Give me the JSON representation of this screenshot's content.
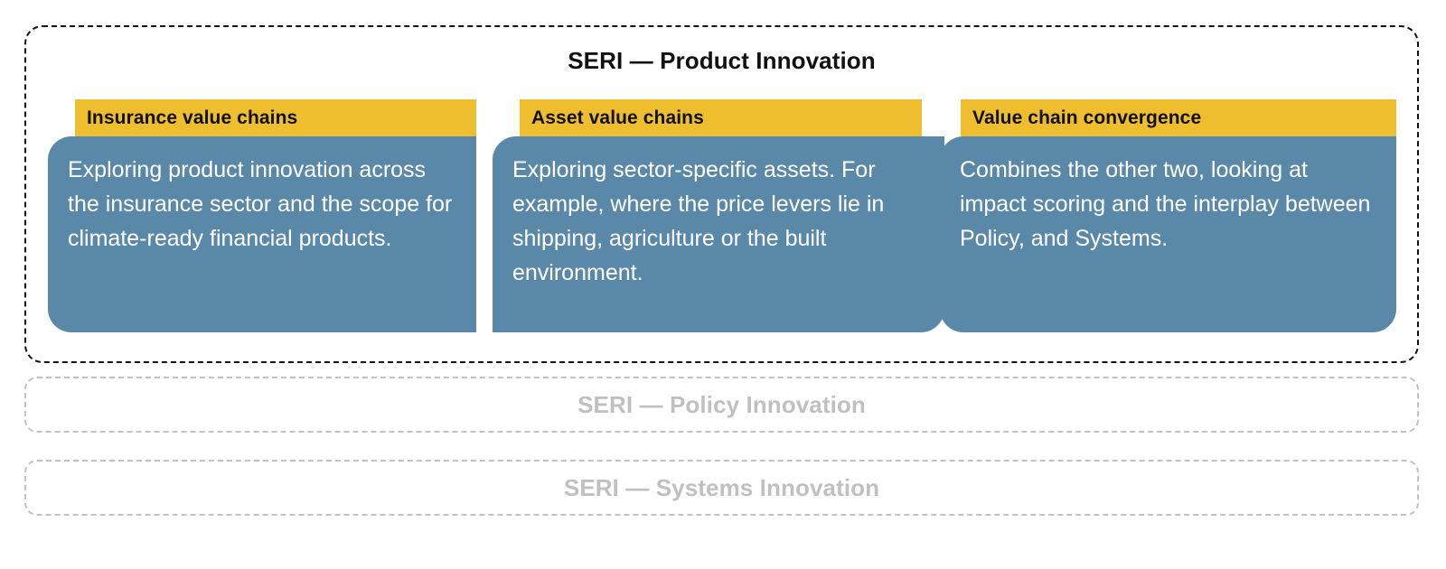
{
  "sections": {
    "active": {
      "title": "SERI — Product Innovation",
      "cards": [
        {
          "header": "Insurance value chains",
          "body": "Exploring product innovation across the insurance sector and the scope for climate-ready financial products."
        },
        {
          "header": "Asset value chains",
          "body": "Exploring sector-specific assets. For example, where the price levers lie in shipping, agriculture or the built environment."
        },
        {
          "header": "Value chain convergence",
          "body": "Combines the other two, looking at impact scoring and the interplay between Policy, and Systems."
        }
      ]
    },
    "ghosts": [
      {
        "title": "SERI — Policy Innovation"
      },
      {
        "title": "SERI — Systems Innovation"
      }
    ]
  },
  "colors": {
    "header_yellow": "#efbe2e",
    "body_blue": "#5a88a8",
    "active_border": "#111111",
    "ghost_border": "#c2c2c2",
    "ghost_text": "#c0c0c0",
    "body_text": "#ffffff",
    "title_text": "#111111"
  }
}
